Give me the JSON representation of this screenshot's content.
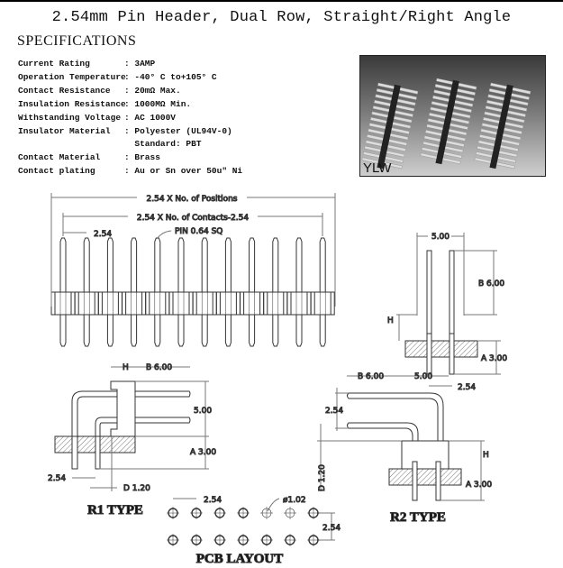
{
  "title": "2.54mm Pin Header, Dual Row, Straight/Right Angle",
  "specifications": {
    "heading": "SPECIFICATIONS",
    "rows": [
      {
        "label": "Current Rating",
        "value": ": 3AMP"
      },
      {
        "label": "Operation Temperature",
        "value": ": -40° C to+105° C"
      },
      {
        "label": "Contact Resistance",
        "value": ": 20mΩ Max."
      },
      {
        "label": "Insulation Resistance",
        "value": ": 1000MΩ Min."
      },
      {
        "label": "Withstanding Voltage",
        "value": ": AC 1000V"
      },
      {
        "label": "Insulator Material",
        "value": ": Polyester (UL94V-0)"
      },
      {
        "label": "",
        "value": "  Standard: PBT"
      },
      {
        "label": "Contact Material",
        "value": ": Brass"
      },
      {
        "label": "Contact plating",
        "value": ": Au or Sn over 50u\" Ni"
      }
    ]
  },
  "photo": {
    "label": "YLW"
  },
  "straight": {
    "dim_positions": "2.54 X No. of Positions",
    "dim_contacts": "2.54 X No. of Contacts-2.54",
    "dim_pitch": "2.54",
    "pin_note": "PIN 0.64 SQ",
    "pin_count": 12
  },
  "side": {
    "width": "5.00",
    "b": "B 6.00",
    "h": "H",
    "a": "A 3.00",
    "pitch": "2.54"
  },
  "r1": {
    "h": "H",
    "b": "B 6.00",
    "height": "5.00",
    "a": "A 3.00",
    "pitch": "2.54",
    "d": "D 1.20",
    "label": "R1 TYPE"
  },
  "r2": {
    "b": "B 6.00",
    "width": "5.00",
    "pitch": "2.54",
    "d": "D 1.20",
    "h": "H",
    "a": "A 3.00",
    "label": "R2 TYPE"
  },
  "pcb": {
    "pitch_x": "2.54",
    "hole": "ø1.02",
    "pitch_y": "2.54",
    "label": "PCB LAYOUT",
    "columns": 7
  }
}
